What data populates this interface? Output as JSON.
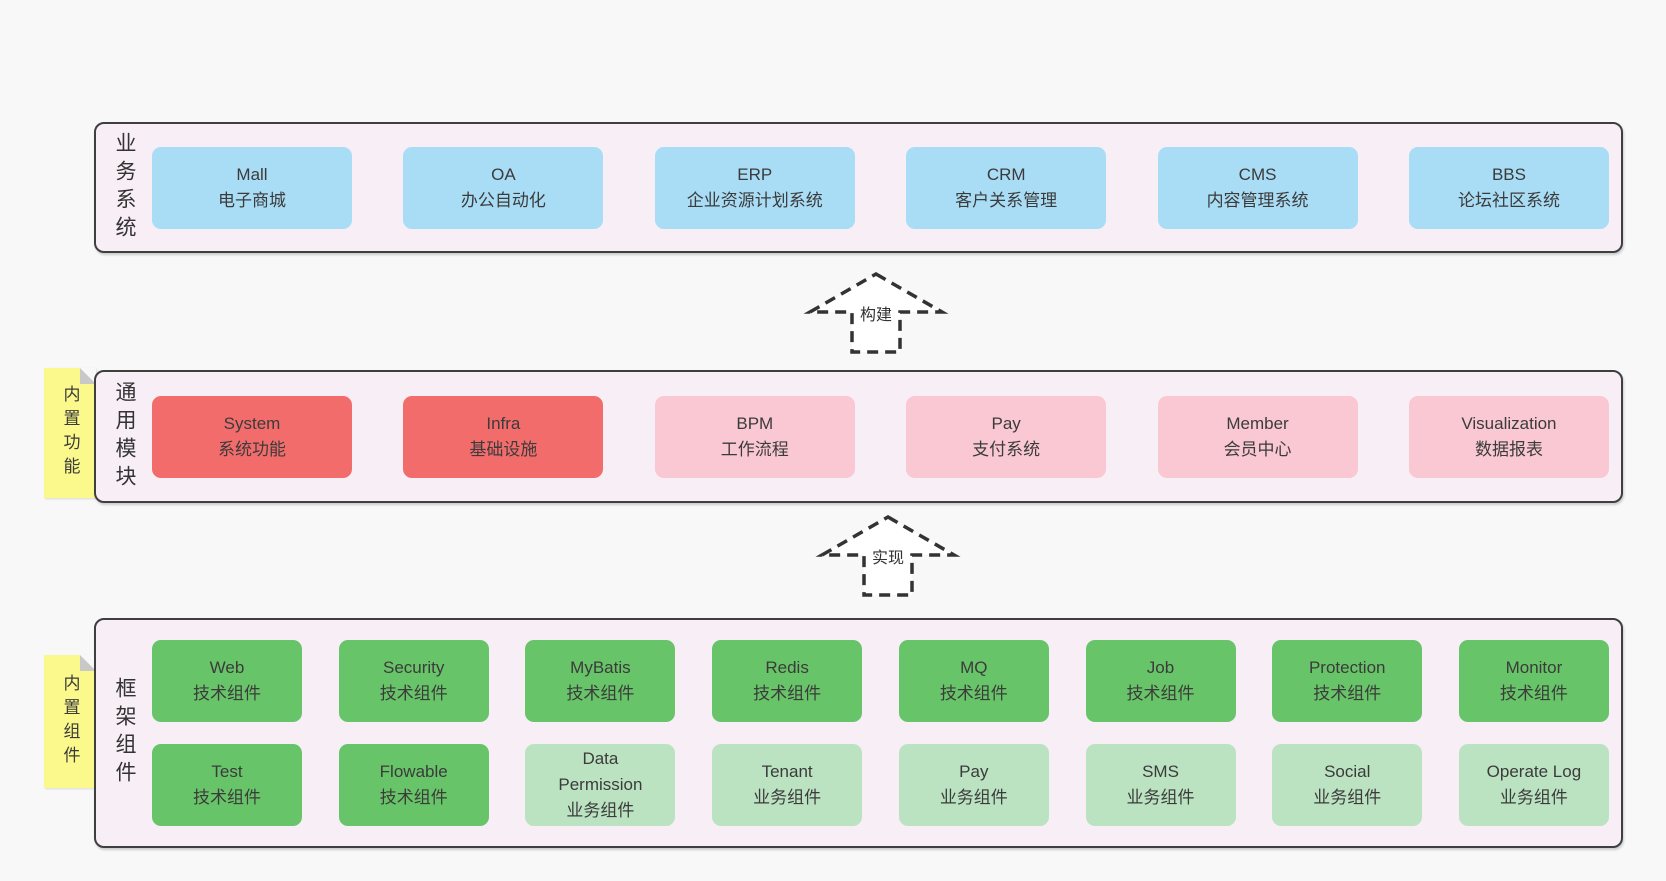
{
  "colors": {
    "page_bg": "#f8f8f8",
    "panel_bg": "#f7eef6",
    "panel_border": "#3f3f3f",
    "blue_box": "#a9dcf5",
    "red_box": "#f36c6c",
    "pink_box": "#f9c8d2",
    "green_box": "#68c468",
    "light_green_box": "#bbe3c1",
    "note_yellow": "#fbf98c",
    "text": "#3b3b3b"
  },
  "business_panel": {
    "label": "业务系统",
    "boxes": [
      {
        "name": "Mall",
        "subtitle": "电子商城"
      },
      {
        "name": "OA",
        "subtitle": "办公自动化"
      },
      {
        "name": "ERP",
        "subtitle": "企业资源计划系统"
      },
      {
        "name": "CRM",
        "subtitle": "客户关系管理"
      },
      {
        "name": "CMS",
        "subtitle": "内容管理系统"
      },
      {
        "name": "BBS",
        "subtitle": "论坛社区系统"
      }
    ]
  },
  "arrows": {
    "build": "构建",
    "implement": "实现"
  },
  "modules_panel": {
    "label": "通用模块",
    "note": "内置功能",
    "boxes": [
      {
        "name": "System",
        "subtitle": "系统功能"
      },
      {
        "name": "Infra",
        "subtitle": "基础设施"
      },
      {
        "name": "BPM",
        "subtitle": "工作流程"
      },
      {
        "name": "Pay",
        "subtitle": "支付系统"
      },
      {
        "name": "Member",
        "subtitle": "会员中心"
      },
      {
        "name": "Visualization",
        "subtitle": "数据报表"
      }
    ]
  },
  "components_panel": {
    "label": "框架组件",
    "note": "内置组件",
    "row1": [
      {
        "name": "Web",
        "subtitle": "技术组件"
      },
      {
        "name": "Security",
        "subtitle": "技术组件"
      },
      {
        "name": "MyBatis",
        "subtitle": "技术组件"
      },
      {
        "name": "Redis",
        "subtitle": "技术组件"
      },
      {
        "name": "MQ",
        "subtitle": "技术组件"
      },
      {
        "name": "Job",
        "subtitle": "技术组件"
      },
      {
        "name": "Protection",
        "subtitle": "技术组件"
      },
      {
        "name": "Monitor",
        "subtitle": "技术组件"
      }
    ],
    "row2": [
      {
        "name": "Test",
        "subtitle": "技术组件"
      },
      {
        "name": "Flowable",
        "subtitle": "技术组件"
      },
      {
        "name": "Data Permission",
        "subtitle": "业务组件"
      },
      {
        "name": "Tenant",
        "subtitle": "业务组件"
      },
      {
        "name": "Pay",
        "subtitle": "业务组件"
      },
      {
        "name": "SMS",
        "subtitle": "业务组件"
      },
      {
        "name": "Social",
        "subtitle": "业务组件"
      },
      {
        "name": "Operate Log",
        "subtitle": "业务组件"
      }
    ]
  }
}
